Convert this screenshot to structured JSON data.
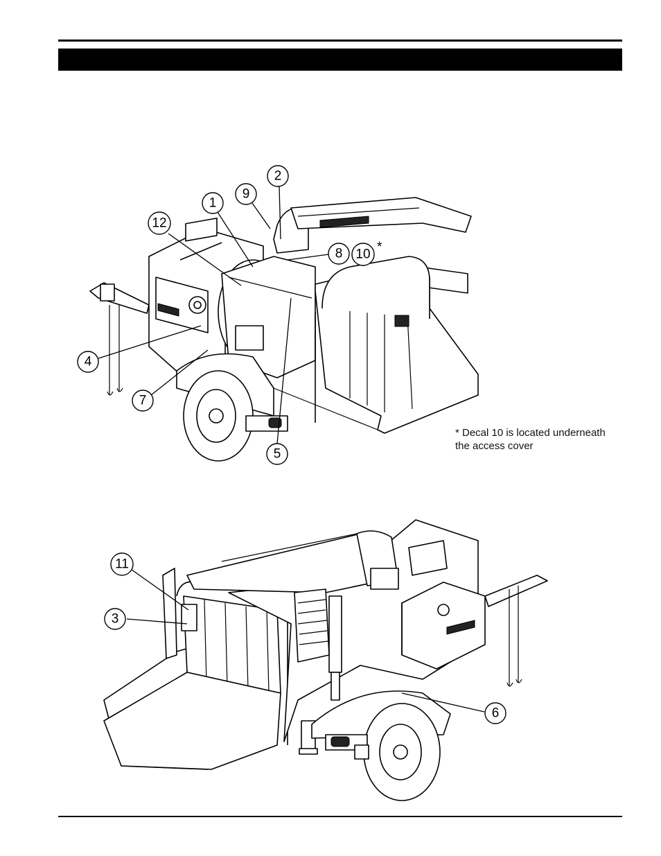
{
  "header": {
    "title": ""
  },
  "figure_top": {
    "callouts": [
      "1",
      "2",
      "4",
      "5",
      "7",
      "8",
      "9",
      "10",
      "12"
    ],
    "decal10_marker": "*"
  },
  "figure_bottom": {
    "callouts": [
      "3",
      "6",
      "11"
    ]
  },
  "note": {
    "line1": "* Decal 10 is located underneath",
    "line2": "the access cover"
  }
}
